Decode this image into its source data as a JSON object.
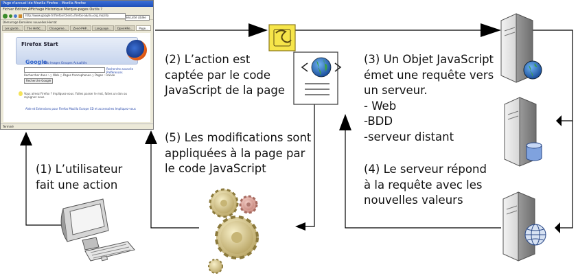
{
  "labels": {
    "step1": "(1) L’utilisateur\nfait une action",
    "step2": "(2) L’action est\ncaptée par le code\nJavaScript de la page",
    "step3": "(3) Un Objet JavaScript\német une requête vers\nun serveur.\n- Web\n-BDD\n-serveur distant",
    "step4": "(4) Le serveur répond\nà la requête avec les\nnouvelles valeurs",
    "step5": "(5) Les modifications sont\nappliquées à la page par\nle code JavaScript"
  },
  "browser": {
    "window_title": "Page d'accueil de Mozilla Firefox - Mozilla Firefox",
    "menu": "Fichier   Édition   Affichage   Historique   Marque-pages   Outils   ?",
    "url": "http://www.google.fr/firefox?client=firefox-a&rls=org.mozilla",
    "search_placeholder": "Sécurité ciblée",
    "bookmarks": "Démarrage   Dernières nouvelles   Hierrat",
    "tabs": [
      "Les garde...",
      "The HASC...",
      "Changeme...",
      "Zend-PHP...",
      "Language...",
      "OpenHRe...",
      "Page..."
    ],
    "card_title": "Firefox Start",
    "google": "Google",
    "google_links": "Web   Images   Groupes   Actualités",
    "advanced_link": "Recherche avancée\nPréférences",
    "radio_options": "Rechercher dans :  ○ Web  ○ Pages francophones  ○ Pages : France",
    "search_button": "Recherche Google",
    "tip": "Vous aimez Firefox ? Impliquez-vous. Faites passer le mot, faites un don ou rejoignez nous.",
    "bottom_links": "Aide et Extensions pour Firefox     Mozilla Europe     CD et accessoires     Impliquez-vous",
    "status": "Terminé"
  },
  "icons": {
    "browser": "browser-window-screenshot",
    "computer": "computer-icon",
    "script": "javascript-script-icon",
    "web_page": "web-page-document-icon",
    "web_server": "web-server-icon",
    "database_server": "database-server-icon",
    "remote_server": "remote-server-icon",
    "gears": "gears-icon"
  },
  "colors": {
    "arrow": "#000000",
    "script_icon_bg": "#f6e54a",
    "globe": "#1f5fa8",
    "server_body": "#d9d9d9"
  }
}
